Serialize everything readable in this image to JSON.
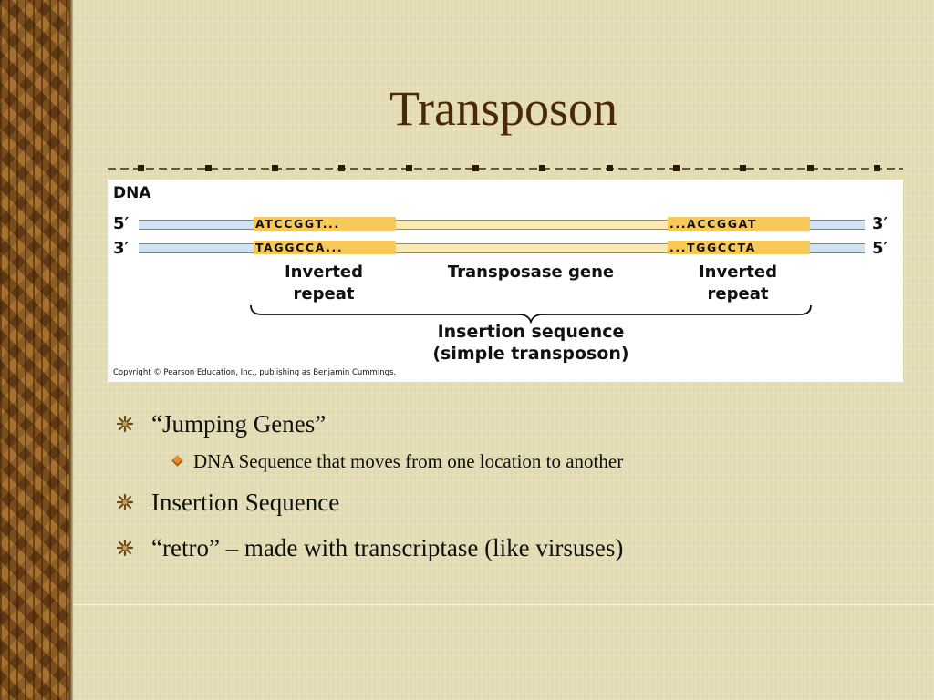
{
  "slide": {
    "title": "Transposon"
  },
  "figure": {
    "dna_label": "DNA",
    "strand_top": {
      "left_end": "5′",
      "right_end": "3′",
      "left_seq": "ATCCGGT...",
      "right_seq": "...ACCGGAT"
    },
    "strand_bottom": {
      "left_end": "3′",
      "right_end": "5′",
      "left_seq": "TAGGCCA...",
      "right_seq": "...TGGCCTA"
    },
    "labels": {
      "left_repeat": "Inverted\nrepeat",
      "gene": "Transposase gene",
      "right_repeat": "Inverted\nrepeat",
      "insertion_title": "Insertion sequence",
      "insertion_sub": "(simple transposon)"
    },
    "copyright": "Copyright © Pearson Education, Inc., publishing as Benjamin Cummings."
  },
  "bullets": {
    "item1": "“Jumping Genes”",
    "item1_sub": "DNA Sequence that moves from one location to another",
    "item2": "Insertion Sequence",
    "item3": "“retro” – made with transcriptase (like virsuses)"
  },
  "colors": {
    "background": "#e4dcb4",
    "title": "#4a2a05",
    "wood": "#8a5a22",
    "sequence_highlight": "#f7c85a"
  }
}
